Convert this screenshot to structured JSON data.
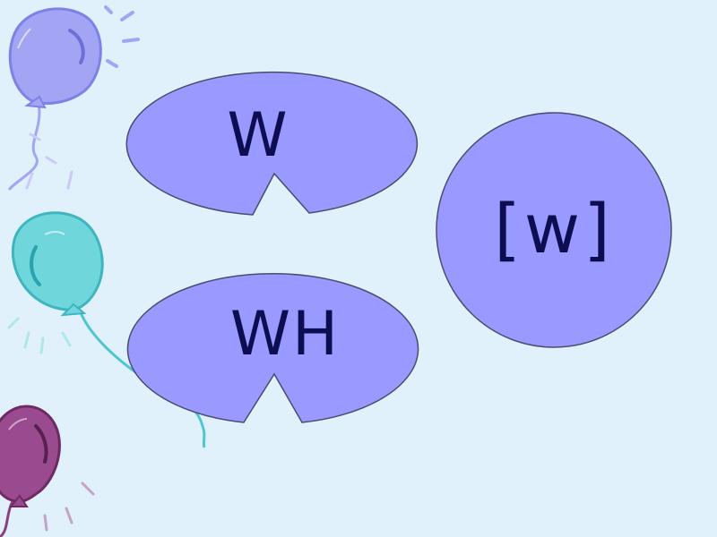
{
  "slide": {
    "letter_w": "W",
    "letter_wh": "WH",
    "phoneme": "[w]"
  },
  "colors": {
    "background": "#e1f1fb",
    "shape_fill": "#9999ff",
    "shape_stroke": "#4b4b6e",
    "text": "#0d0d52",
    "balloon_lavender": "#a3a5f4",
    "balloon_teal": "#6fd6dc",
    "balloon_purple": "#9a4a8e"
  },
  "decorations": {
    "balloons": [
      "balloon-lavender",
      "balloon-teal",
      "balloon-purple"
    ]
  }
}
